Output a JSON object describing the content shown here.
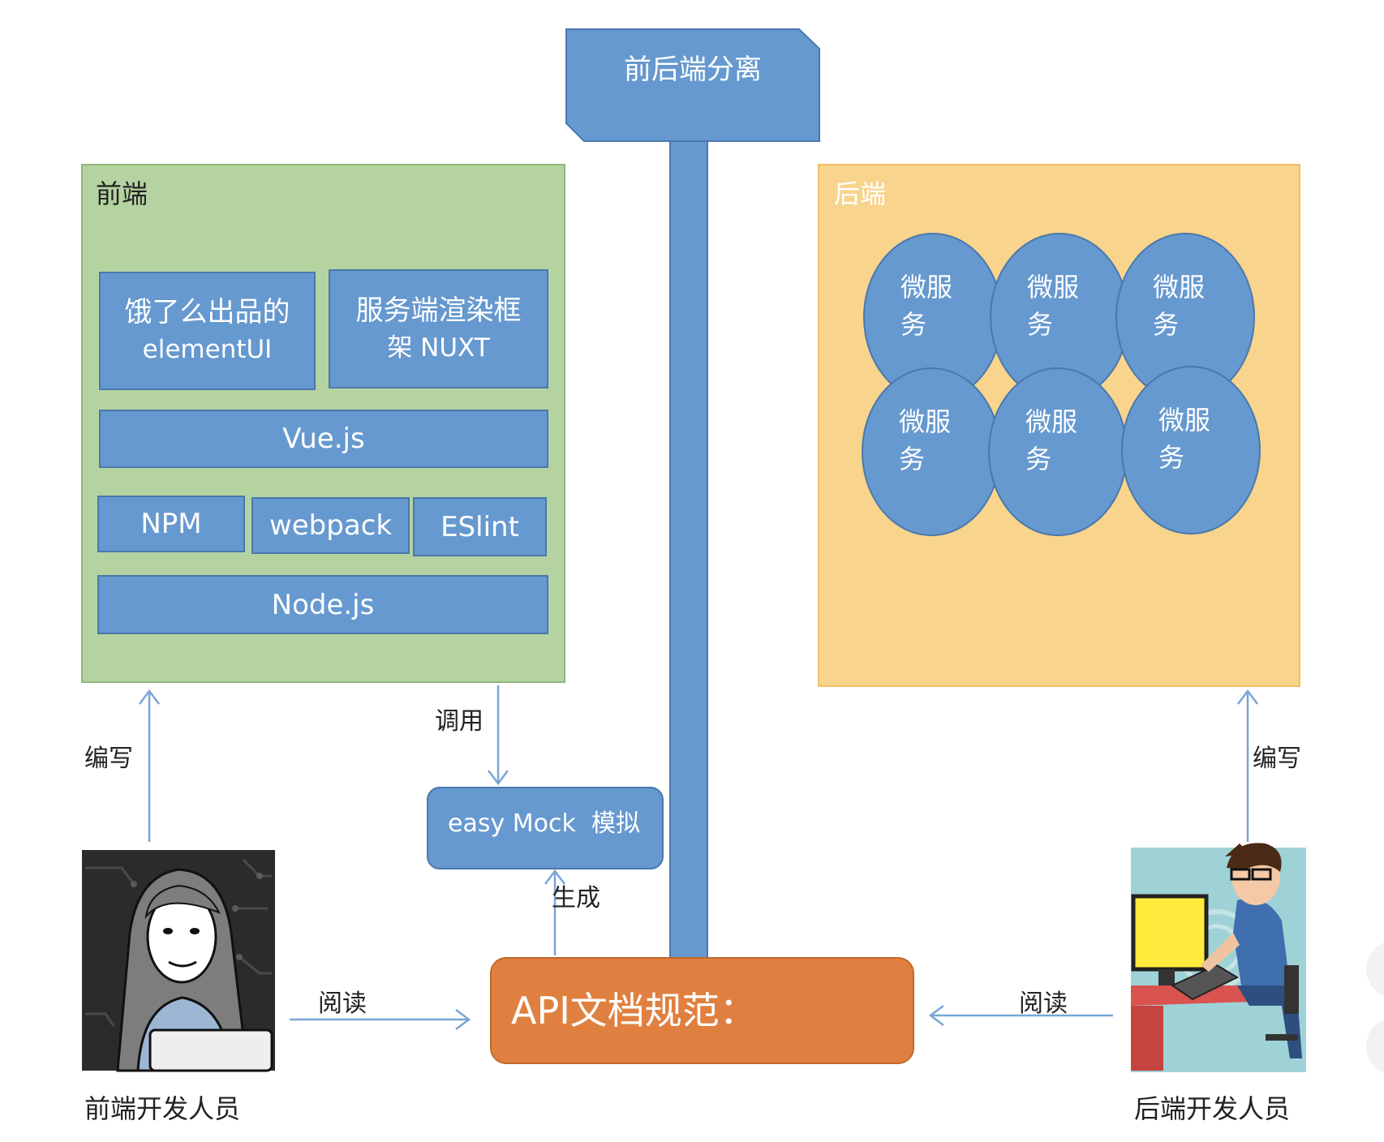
{
  "top_banner": {
    "label": "前后端分离"
  },
  "frontend": {
    "title": "前端",
    "boxes": {
      "elementui": {
        "line1": "饿了么出品的",
        "line2": "elementUI"
      },
      "nuxt": {
        "line1": "服务端渲染框",
        "line2": "架 NUXT"
      },
      "vue": "Vue.js",
      "npm": "NPM",
      "webpack": "webpack",
      "eslint": "ESlint",
      "node": "Node.js"
    }
  },
  "backend": {
    "title": "后端",
    "microservices": [
      {
        "line1": "微服",
        "line2": "务"
      },
      {
        "line1": "微服",
        "line2": "务"
      },
      {
        "line1": "微服",
        "line2": "务"
      },
      {
        "line1": "微服",
        "line2": "务"
      },
      {
        "line1": "微服",
        "line2": "务"
      },
      {
        "line1": "微服",
        "line2": "务"
      }
    ]
  },
  "mock": {
    "label": "easy Mock  模拟"
  },
  "api_doc": {
    "label": "API文档规范："
  },
  "arrows": {
    "call": "调用",
    "generate": "生成",
    "write_left": "编写",
    "write_right": "编写",
    "read_left": "阅读",
    "read_right": "阅读"
  },
  "people": {
    "frontend_dev": "前端开发人员",
    "backend_dev": "后端开发人员"
  },
  "colors": {
    "box_blue": "#6699cf",
    "frontend_bg": "#b5d3a1",
    "backend_bg": "#f8d48c",
    "api_orange": "#e08040",
    "arrow": "#7aa5d6"
  }
}
